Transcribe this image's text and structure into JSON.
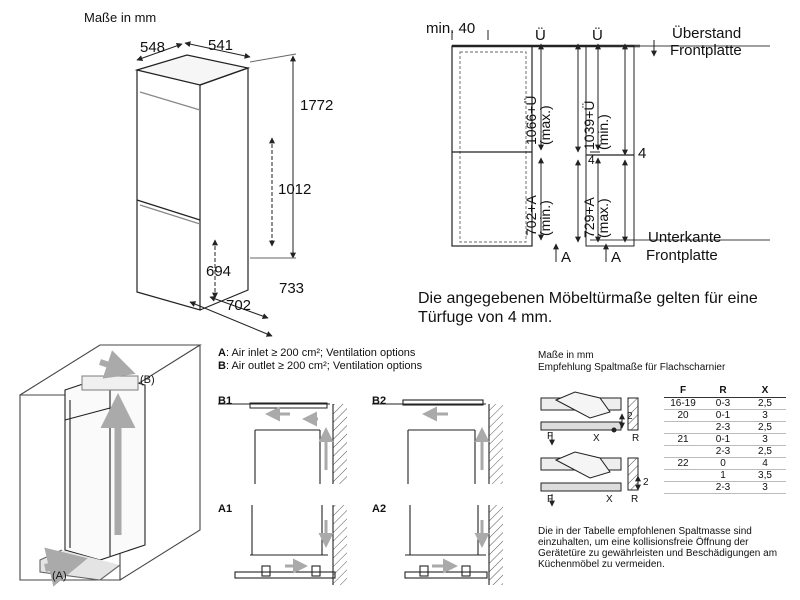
{
  "unit_label": "Maße in mm",
  "fridge_dims": {
    "depth": "548",
    "width": "541",
    "height": "1772",
    "niche_upper": "1012",
    "niche_lower": "694",
    "bottom_a": "702",
    "bottom_b": "733"
  },
  "door_dims": {
    "min_label": "min. 40",
    "u_label": "Ü",
    "overhang_1": "Überstand",
    "overhang_2": "Frontplatte",
    "upper_left": "1066+Ü",
    "upper_left_q": "(max.)",
    "upper_right": "1039+Ü",
    "upper_right_q": "(min.)",
    "gap": "4",
    "lower_left": "702+A",
    "lower_left_q": "(min.)",
    "lower_right": "729+A",
    "lower_right_q": "(max.)",
    "a_label": "A",
    "bottom_1": "Unterkante",
    "bottom_2": "Frontplatte"
  },
  "note_text": "Die angegebenen Möbeltürmaße gelten für eine Türfuge von 4 mm.",
  "ventilation": {
    "legend_a_key": "A",
    "legend_a_text": ": Air inlet ≥ 200 cm²; Ventilation options",
    "legend_b_key": "B",
    "legend_b_text": ": Air outlet ≥ 200 cm²; Ventilation options",
    "label_a": "(A)",
    "label_b": "(B)",
    "sections": [
      "B1",
      "B2",
      "A1",
      "A2"
    ]
  },
  "hinge": {
    "unit": "Maße in mm",
    "heading": "Empfehlung Spaltmaße für Flachscharnier",
    "labels": {
      "two": "2",
      "f": "F",
      "x": "X",
      "r": "R"
    },
    "table_headers": [
      "F",
      "R",
      "X"
    ],
    "table_rows": [
      [
        "16-19",
        "0-3",
        "2,5"
      ],
      [
        "20",
        "0-1",
        "3"
      ],
      [
        "",
        "2-3",
        "2,5"
      ],
      [
        "21",
        "0-1",
        "3"
      ],
      [
        "",
        "2-3",
        "2,5"
      ],
      [
        "22",
        "0",
        "4"
      ],
      [
        "",
        "1",
        "3,5"
      ],
      [
        "",
        "2-3",
        "3"
      ]
    ],
    "note": "Die in der Tabelle empfohlenen Spaltmasse sind einzuhalten, um eine kollisionsfreie Öffnung der Gerätetüre zu gewährleisten und Beschädigungen am Küchenmöbel zu vermeiden."
  }
}
